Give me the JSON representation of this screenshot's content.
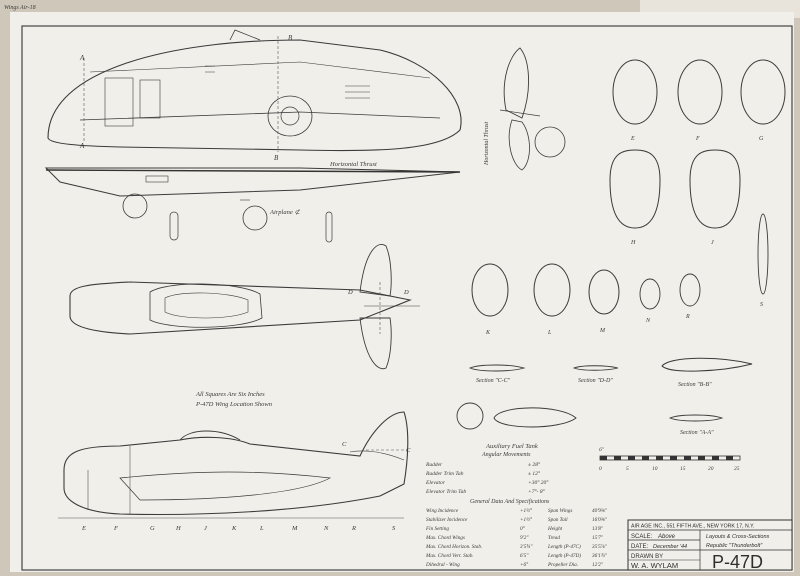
{
  "corner_note": "Wings Air-18",
  "labels": {
    "horizontal_thrust_top": "Horizontal Thrust",
    "airplane_ref": "Airplane ⊄",
    "horizontal_thrust_side": "Horizontal Thrust",
    "squares": "All Squares Are Six Inches",
    "wing_location": "P-47D Wing Location Shown",
    "auxiliary_fuel_tank": "Auxiliary Fuel Tank"
  },
  "view_letters": {
    "top_a1": "A",
    "top_a2": "A",
    "top_b1": "B",
    "top_b2": "B",
    "plan_d1": "D",
    "plan_d2": "D",
    "side_c1": "C",
    "side_c2": "C",
    "stations": [
      "E",
      "F",
      "G",
      "H",
      "J",
      "K",
      "L",
      "M",
      "N",
      "R",
      "S"
    ]
  },
  "sections": {
    "row1": [
      "E",
      "F",
      "G"
    ],
    "row2": [
      "H",
      "J"
    ],
    "row3": [
      "K",
      "L",
      "M",
      "N",
      "R",
      "S"
    ],
    "airfoils": [
      "Section \"C-C\"",
      "Section \"D-D\"",
      "Section \"B-B\"",
      "Section \"A-A\""
    ]
  },
  "scale_bar": {
    "ticks": [
      "0",
      "5",
      "10",
      "15",
      "20",
      "25"
    ],
    "unit": "6\""
  },
  "angular_movements": {
    "heading": "Angular Movements",
    "rows": [
      {
        "label": "Rudder",
        "value": "± 28°"
      },
      {
        "label": "Rudder Trim Tab",
        "value": "± 12°"
      },
      {
        "label": "Elevator",
        "value": "+30° 20°"
      },
      {
        "label": "Elevator Trim Tab",
        "value": "+7°- 8°"
      }
    ]
  },
  "specs": {
    "heading": "General Data And Specifications",
    "left": [
      {
        "label": "Wing Incidence",
        "value": "+1½°"
      },
      {
        "label": "Stabilizer Incidence",
        "value": "+1½°"
      },
      {
        "label": "Fin Setting",
        "value": "0°"
      },
      {
        "label": "Max. Chord Wings",
        "value": "9'2\""
      },
      {
        "label": "Max. Chord Horizon. Stab.",
        "value": "3'5¾\""
      },
      {
        "label": "Max. Chord Vert. Stab.",
        "value": "6'5\""
      },
      {
        "label": "Dihedral - Wing",
        "value": "+6°"
      }
    ],
    "right": [
      {
        "label": "Span Wings",
        "value": "40'9⅝\""
      },
      {
        "label": "Span Tail",
        "value": "16'0⅜\""
      },
      {
        "label": "Height",
        "value": "13'8\""
      },
      {
        "label": "Tread",
        "value": "15'7\""
      },
      {
        "label": "Length (P-47C)",
        "value": "35'5⅞\""
      },
      {
        "label": "Length (P-47D)",
        "value": "36'1¾\""
      },
      {
        "label": "Propeller Dia.",
        "value": "12'2\""
      }
    ]
  },
  "title_block": {
    "publisher": "AIR AGE INC., 551 FIFTH AVE., NEW YORK 17, N.Y.",
    "scale_label": "SCALE:",
    "scale_value": "Above",
    "layouts": "Layouts & Cross-Sections",
    "date_label": "DATE:",
    "date_value": "December '44",
    "republic": "Republic \"Thunderbolt\"",
    "drawn_by_label": "DRAWN BY",
    "drawn_by": "W. A. WYLAM",
    "model": "P-47D"
  }
}
